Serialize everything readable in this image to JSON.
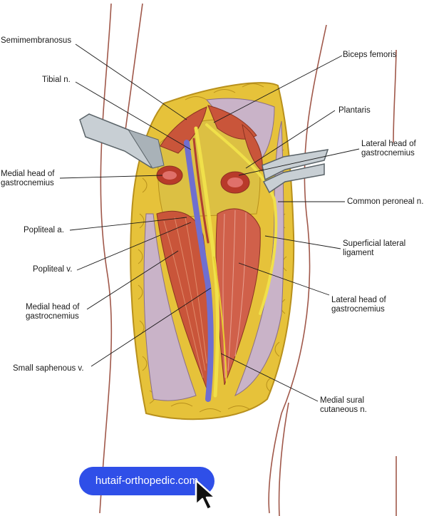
{
  "labels": {
    "semimembranosus": "Semimembranosus",
    "tibial_n": "Tibial n.",
    "medial_head_gastrocnemius_upper_1": "Medial head of",
    "medial_head_gastrocnemius_upper_2": "gastrocnemius",
    "popliteal_a": "Popliteal a.",
    "popliteal_v": "Popliteal v.",
    "medial_head_gastrocnemius_lower_1": "Medial head of",
    "medial_head_gastrocnemius_lower_2": "gastrocnemius",
    "small_saphenous_v": "Small saphenous v.",
    "biceps_femoris": "Biceps femoris",
    "plantaris": "Plantaris",
    "lateral_head_gastrocnemius_upper_1": "Lateral head of",
    "lateral_head_gastrocnemius_upper_2": "gastrocnemius",
    "common_peroneal_n": "Common peroneal n.",
    "superficial_lateral_ligament_1": "Superficial lateral",
    "superficial_lateral_ligament_2": "ligament",
    "lateral_head_gastrocnemius_lower_1": "Lateral head of",
    "lateral_head_gastrocnemius_lower_2": "gastrocnemius",
    "medial_sural_cutaneous_n_1": "Medial sural",
    "medial_sural_cutaneous_n_2": "cutaneous n."
  },
  "watermark": "hutaif-orthopedic.com",
  "colors": {
    "fat": "#e6c23a",
    "fat_dark": "#b8901c",
    "muscle": "#c9553a",
    "muscle_light": "#e08a6a",
    "fascia": "#c9b3c8",
    "vein": "#6f6fd0",
    "nerve": "#f0e04a",
    "retractor": "#c8cfd4",
    "skin_outline": "#a0584a",
    "watermark_bg": "#2f4fe8"
  }
}
